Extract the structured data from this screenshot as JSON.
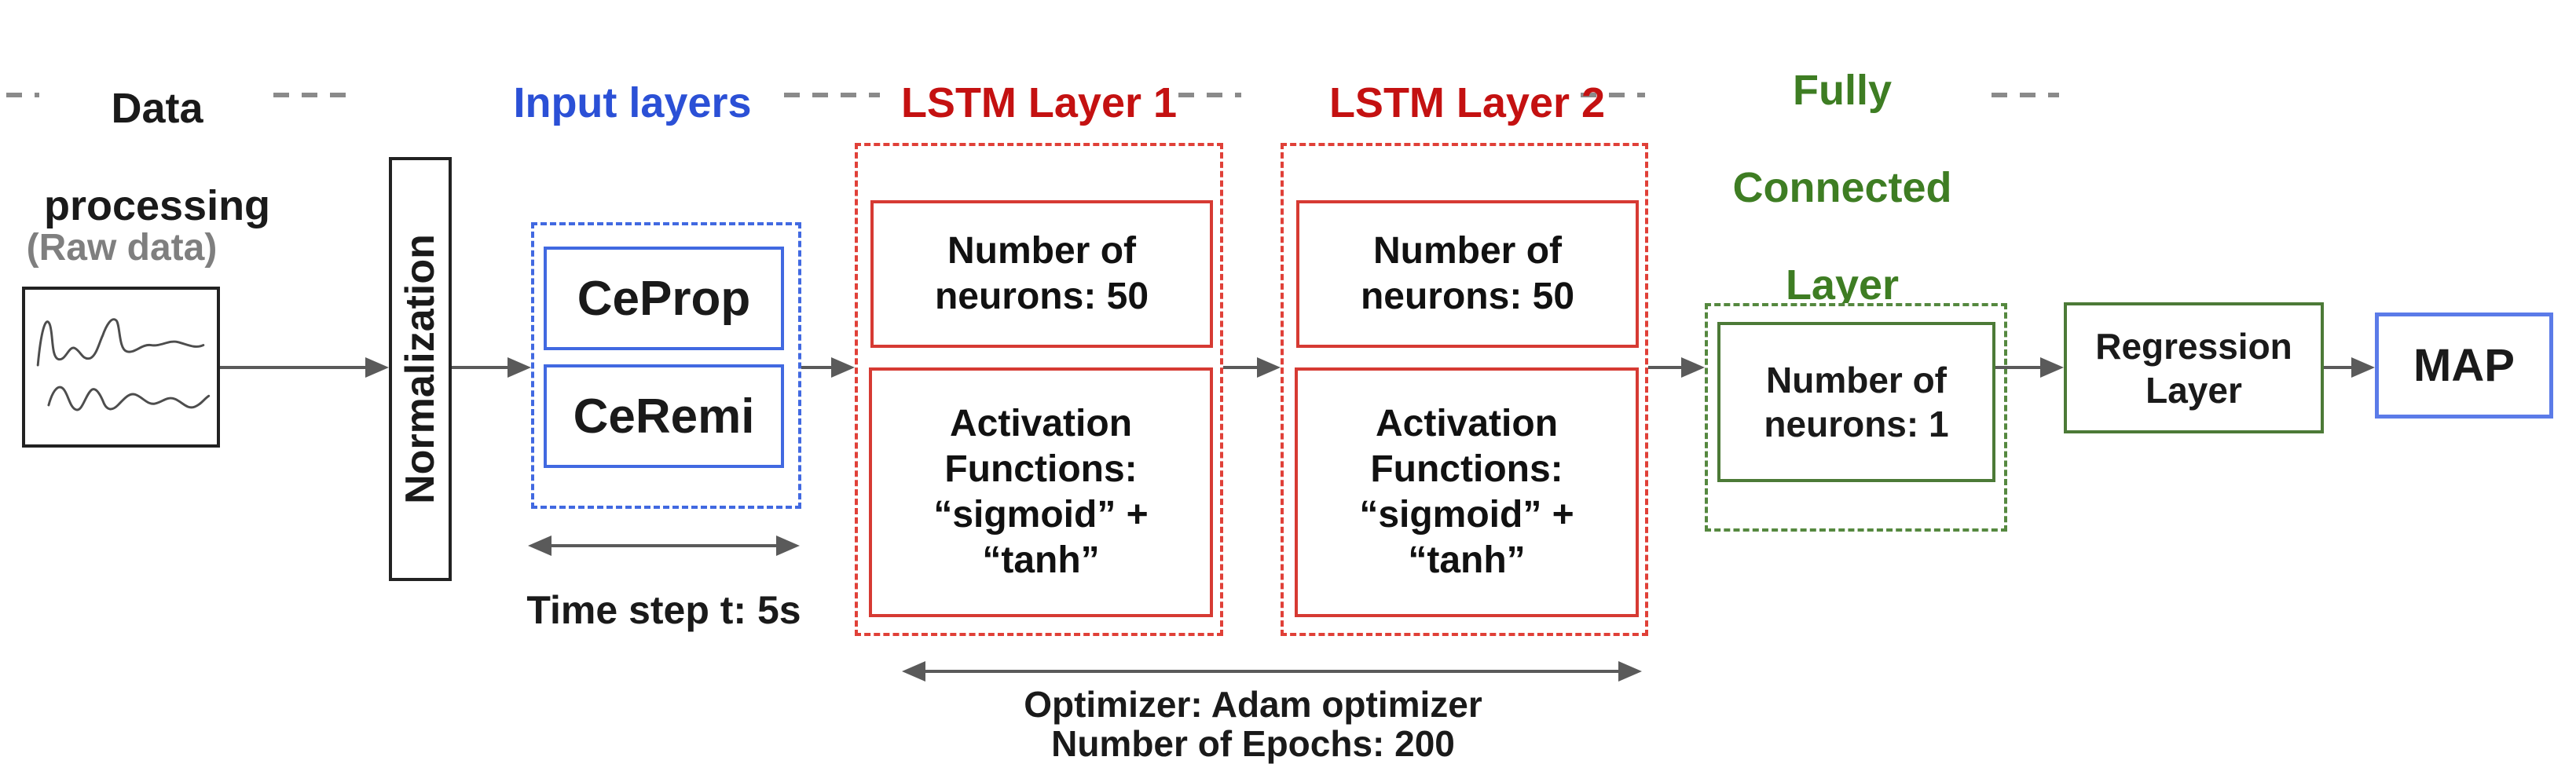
{
  "section_headers": {
    "data_processing": {
      "line1": "Data",
      "line2": "processing",
      "color": "#1a1a1a"
    },
    "input_layers": {
      "label": "Input layers",
      "color": "#2b50d6"
    },
    "lstm_layer_1": {
      "label": "LSTM Layer 1",
      "color": "#c41111"
    },
    "lstm_layer_2": {
      "label": "LSTM Layer 2",
      "color": "#c41111"
    },
    "fully_connected": {
      "line1": "Fully",
      "line2": "Connected",
      "line3": "Layer",
      "color": "#3e7d23"
    }
  },
  "pipeline": {
    "raw_data_label": "(Raw data)",
    "normalization_label": "Normalization",
    "input_boxes": {
      "ceprop": "CeProp",
      "ceremi": "CeRemi"
    },
    "lstm1": {
      "neurons_line1": "Number of",
      "neurons_line2": "neurons: 50",
      "act_line1": "Activation",
      "act_line2": "Functions:",
      "act_line3": "“sigmoid” +",
      "act_line4": "“tanh”"
    },
    "lstm2": {
      "neurons_line1": "Number of",
      "neurons_line2": "neurons: 50",
      "act_line1": "Activation",
      "act_line2": "Functions:",
      "act_line3": "“sigmoid” +",
      "act_line4": "“tanh”"
    },
    "fully_connected": {
      "neurons_line1": "Number of",
      "neurons_line2": "neurons: 1"
    },
    "regression": {
      "line1": "Regression",
      "line2": "Layer"
    },
    "output_label": "MAP"
  },
  "annotations": {
    "time_step": "Time step t: 5s",
    "optimizer": "Optimizer: Adam optimizer",
    "epochs": "Number of Epochs: 200"
  },
  "colors": {
    "blue_title": "#2b50d6",
    "blue_box": "#4169e1",
    "map_border": "#5b7be8",
    "red_title": "#c41111",
    "red_box_solid": "#d63a33",
    "red_box_dashed": "#e04038",
    "green_title": "#3e7d23",
    "green_box_solid": "#4c7a37",
    "green_box_dashed": "#55883f",
    "arrow_gray": "#5a5a5a",
    "rule_gray": "#8a8a8a",
    "raw_data_gray": "#7f7f7f"
  }
}
